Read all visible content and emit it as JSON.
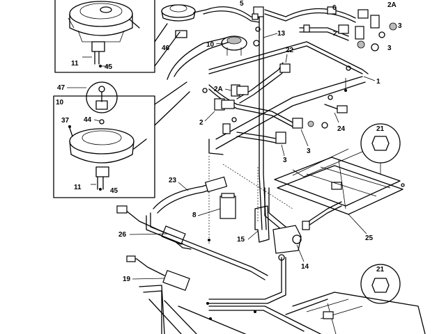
{
  "labels": {
    "l5": "5",
    "l2a_top": "2A",
    "l6": "6",
    "l3_top": "3",
    "l13": "13",
    "l2_top": "2",
    "l3_right": "3",
    "l22": "22",
    "l46": "46",
    "l10_top": "10",
    "l1": "1",
    "l11_top": "11",
    "l45_top": "45",
    "l47": "47",
    "l10_box": "10",
    "l2a_mid": "2A",
    "l37": "37",
    "l44": "44",
    "l2_mid": "2",
    "l21_top": "21",
    "l24": "24",
    "l3_mid": "3",
    "l3_low": "3",
    "l11_low": "11",
    "l45_low": "45",
    "l23": "23",
    "l8": "8",
    "l26": "26",
    "l15": "15",
    "l25": "25",
    "l14": "14",
    "l19": "19",
    "l21_bot": "21"
  }
}
